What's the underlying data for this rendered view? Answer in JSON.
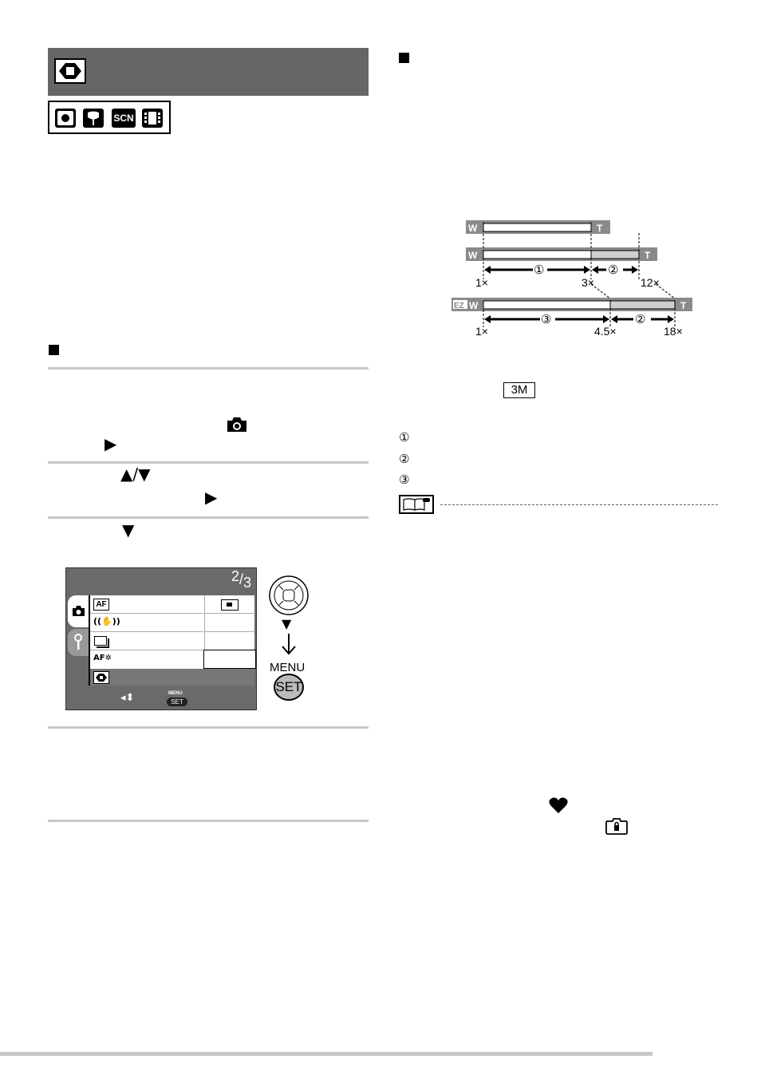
{
  "header": {
    "mode_icons": [
      "camera-mode",
      "macro-mode",
      "SCN",
      "film-mode"
    ],
    "scn_label": "SCN"
  },
  "steps": {
    "step1_arrow": "▶",
    "step2_arrows": "▲/▼",
    "step2_arrow_right": "▶",
    "step3_arrow": "▼"
  },
  "menu_screen": {
    "page_indicator_num": "2",
    "page_indicator_den": "3",
    "items": [
      {
        "icon": "AF"
      },
      {
        "icon": "((✋))"
      },
      {
        "icon": "burst"
      },
      {
        "icon": "AF✲"
      },
      {
        "icon": "extended-zoom"
      }
    ],
    "footer_menu": "MENU",
    "footer_set": "SET",
    "controller_label": "MENU",
    "set_button": "SET"
  },
  "zoom_diagram": {
    "bar_left": "W",
    "bar_right": "T",
    "ez_label": "EZ",
    "row1_labels": [
      "1×",
      "3×",
      "12×"
    ],
    "row1_segments": [
      "①",
      "②"
    ],
    "row2_labels": [
      "1×",
      "4.5×",
      "18×"
    ],
    "row2_segments": [
      "③",
      "②"
    ]
  },
  "size_badge": "3M",
  "legend": [
    "①",
    "②",
    "③"
  ]
}
